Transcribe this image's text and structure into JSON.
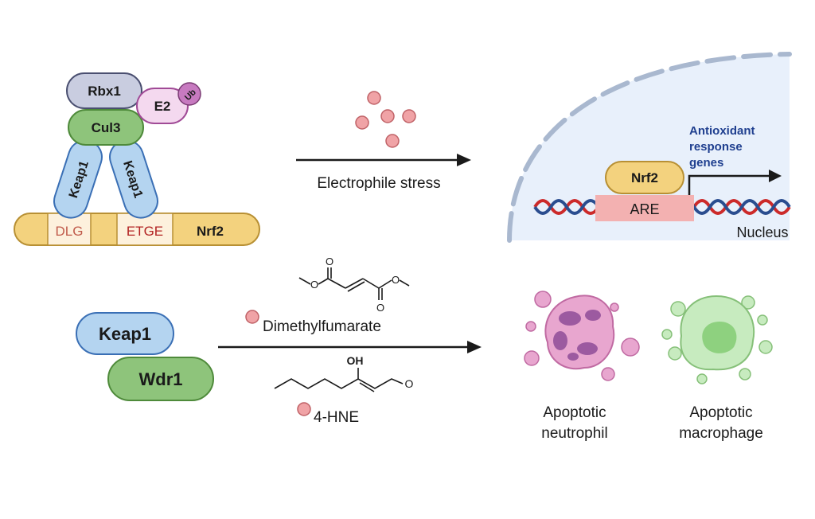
{
  "complex": {
    "rbx1": "Rbx1",
    "e2": "E2",
    "ub": "Ub",
    "cul3": "Cul3",
    "keap1_left": "Keap1",
    "keap1_right": "Keap1",
    "dlg": "DLG",
    "etge": "ETGE",
    "nrf2": "Nrf2"
  },
  "top_arrow": {
    "label": "Electrophile stress"
  },
  "nucleus": {
    "nrf2": "Nrf2",
    "are": "ARE",
    "genes_line1": "Antioxidant",
    "genes_line2": "response",
    "genes_line3": "genes",
    "label": "Nucleus"
  },
  "bottom_left": {
    "keap1": "Keap1",
    "wdr1": "Wdr1"
  },
  "bottom_arrow": {
    "dmf_label": "Dimethylfumarate",
    "hne_label": "4-HNE",
    "hne_oh": "OH",
    "hne_o": "O",
    "dmf_o_top": "O",
    "dmf_o_left": "O",
    "dmf_o_right": "O",
    "dmf_o_bottom": "O"
  },
  "cells": {
    "neutrophil_line1": "Apoptotic",
    "neutrophil_line2": "neutrophil",
    "macrophage_line1": "Apoptotic",
    "macrophage_line2": "macrophage"
  },
  "colors": {
    "rbx1": "#c9cde0",
    "e2": "#f4d9ef",
    "ub": "#c77ac0",
    "cul3": "#8ec47b",
    "keap1": "#b4d4f0",
    "nrf2": "#f3d27e",
    "electrophile": "#f0a3a6",
    "nucleus": "#e8f0fb",
    "are": "#f3b1b1",
    "gene_text": "#1f3f8f",
    "dna_red": "#cc2a2a",
    "dna_blue": "#2a4d8f",
    "neutrophil": "#e8a6cf",
    "macrophage": "#c7ebbf"
  }
}
